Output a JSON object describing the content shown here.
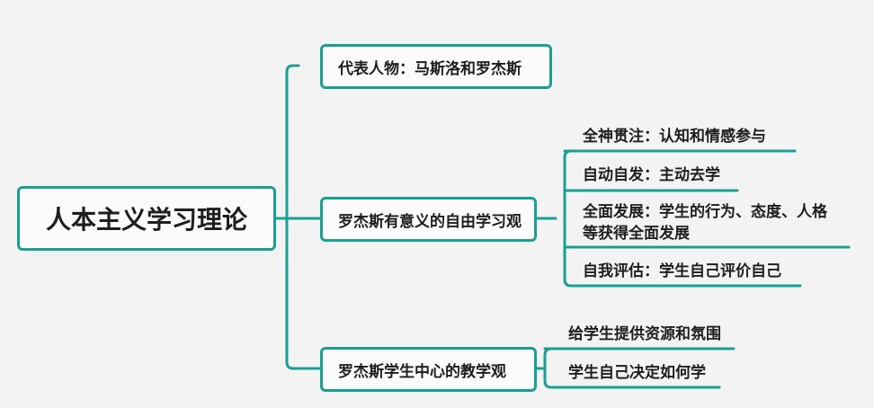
{
  "root": "人本主义学习理论",
  "branches": [
    {
      "label": "代表人物：马斯洛和罗杰斯"
    },
    {
      "label": "罗杰斯有意义的自由学习观",
      "leaves": [
        "全神贯注：认知和情感参与",
        "自动自发：主动去学",
        "全面发展：学生的行为、态度、人格",
        "等获得全面发展",
        "自我评估：学生自己评价自己"
      ]
    },
    {
      "label": "罗杰斯学生中心的教学观",
      "leaves": [
        "给学生提供资源和氛围",
        "学生自己决定如何学"
      ]
    }
  ],
  "colors": {
    "accent": "#1aa092",
    "background": "#f3f3f3",
    "node_fill": "#fbfbfb",
    "text": "#1e1e1e"
  }
}
